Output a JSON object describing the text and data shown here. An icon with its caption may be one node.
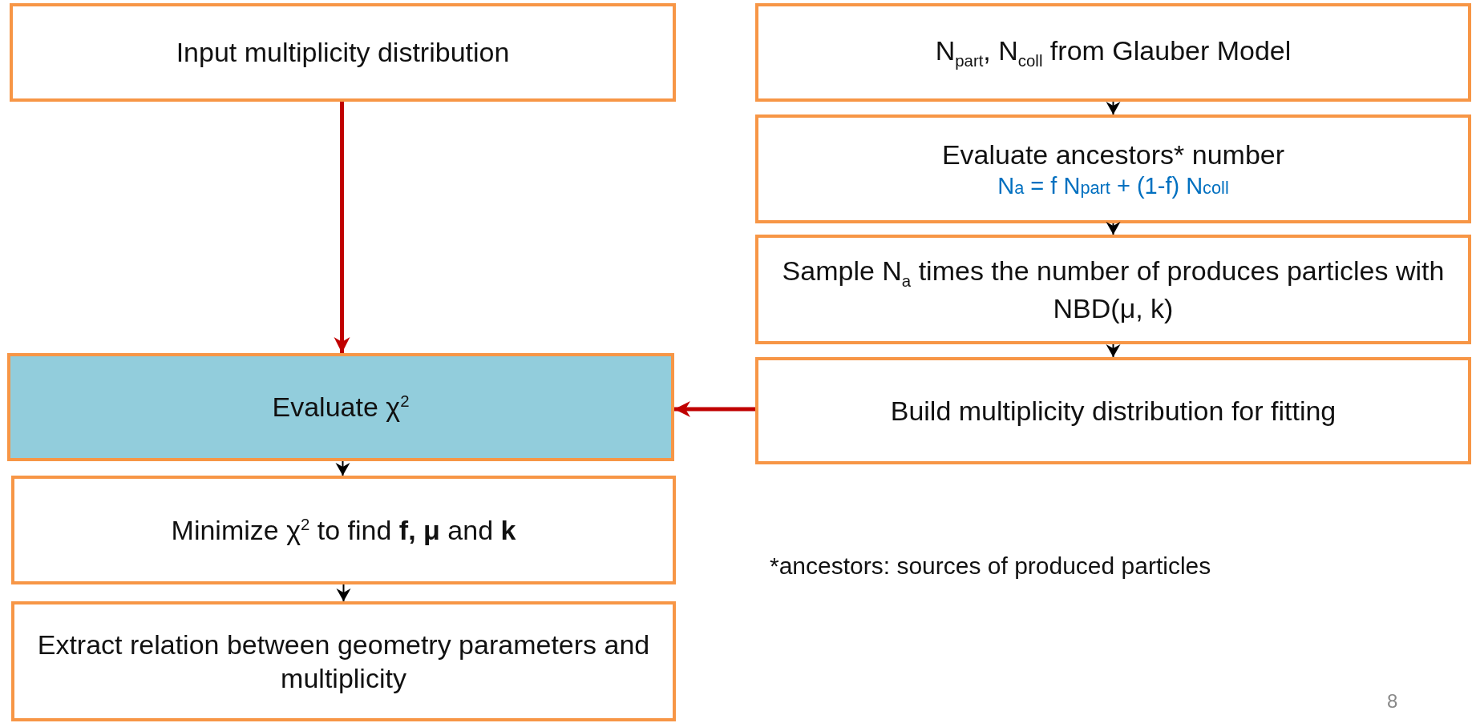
{
  "diagram": {
    "nodes": [
      {
        "text": [
          "Input multiplicity distribution"
        ]
      },
      {
        "text": [
          "N$_{part}$, N$_{coll}$ from Glauber Model"
        ]
      },
      {
        "text": [
          "Evaluate ancestors* number",
          "N$_{a}$ = f N$_{part}$ + (1-f) N$_{coll}$"
        ]
      },
      {
        "text": [
          "Sample N$_{a}$ times the number of produces particles with NBD(μ, k)"
        ]
      },
      {
        "text": [
          "Build multiplicity distribution for fitting"
        ]
      },
      {
        "text": [
          "Evaluate χ$^{2}$"
        ]
      },
      {
        "text": [
          "Minimize χ$^{2}$ to find **f, μ** and **k**"
        ]
      },
      {
        "text": [
          "Extract relation between geometry parameters and multiplicity"
        ]
      }
    ],
    "edges": [
      {
        "from": 0,
        "to": 5,
        "arrow": "to",
        "style": "thick",
        "color": "#c00000"
      },
      {
        "from": 1,
        "to": 2,
        "arrow": "to"
      },
      {
        "from": 2,
        "to": 3,
        "arrow": "to"
      },
      {
        "from": 3,
        "to": 4,
        "arrow": "to"
      },
      {
        "from": 4,
        "to": 5,
        "arrow": "to",
        "style": "thick",
        "color": "#c00000"
      },
      {
        "from": 5,
        "to": 6,
        "arrow": "to"
      },
      {
        "from": 6,
        "to": 7,
        "arrow": "to"
      }
    ],
    "labels": [
      "*ancestors: sources of produced particles",
      "8"
    ]
  }
}
